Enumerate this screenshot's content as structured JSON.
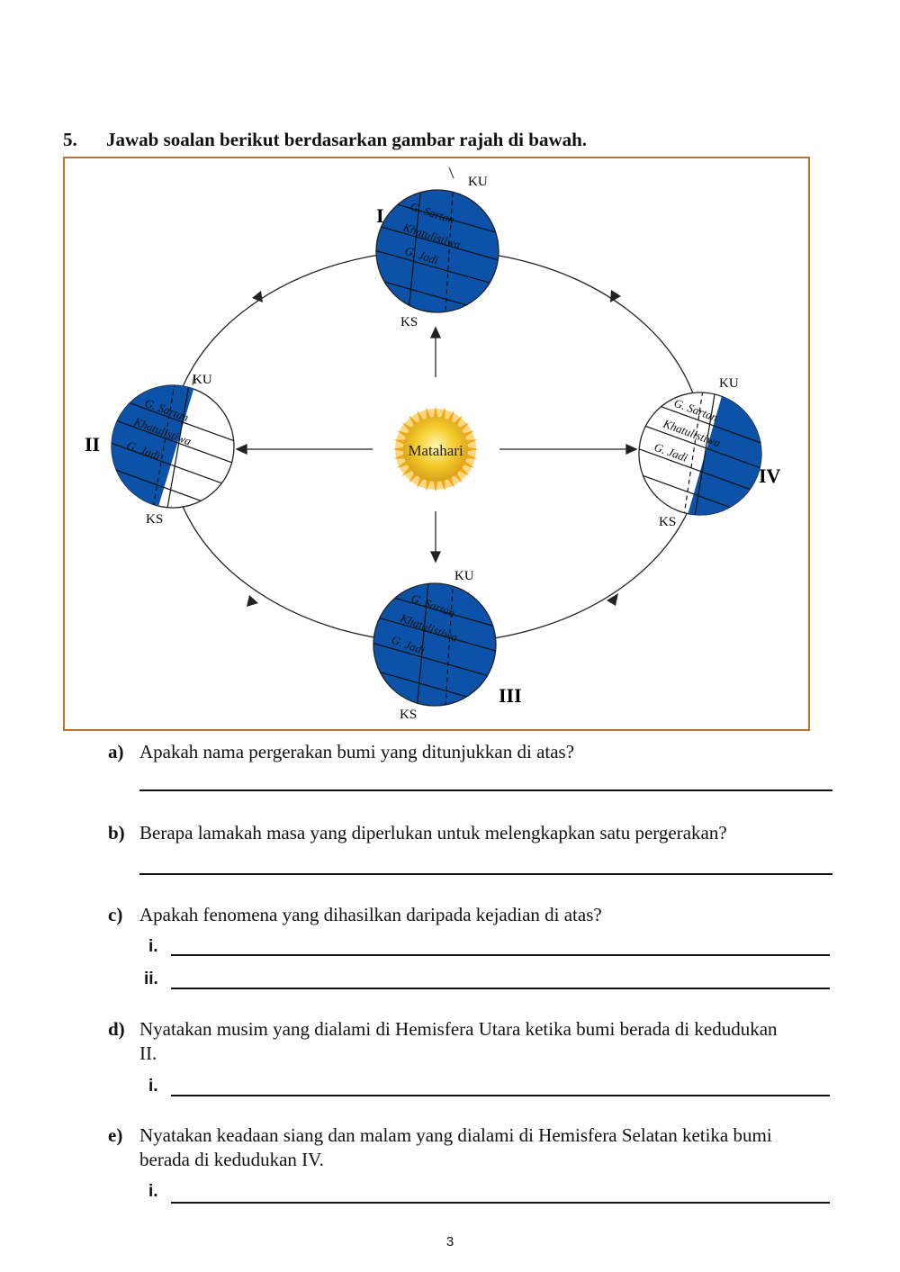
{
  "question": {
    "number": "5.",
    "instruction": "Jawab soalan berikut berdasarkan gambar rajah di bawah."
  },
  "diagram": {
    "sun_label": "Matahari",
    "positions": {
      "p1": "I",
      "p2": "II",
      "p3": "III",
      "p4": "IV"
    },
    "pole_north": "KU",
    "pole_south": "KS",
    "line_cancer": "G. Sartan",
    "line_equator": "Khatulistiwa",
    "line_capricorn": "G. Jadi",
    "colors": {
      "earth_lit": "#0b52a8",
      "frame": "#c0712b",
      "sun": "#f2c21a"
    }
  },
  "parts": {
    "a": {
      "letter": "a)",
      "text": "Apakah nama pergerakan bumi yang ditunjukkan di atas?"
    },
    "b": {
      "letter": "b)",
      "text": "Berapa lamakah masa yang diperlukan untuk melengkapkan satu pergerakan?"
    },
    "c": {
      "letter": "c)",
      "text": "Apakah fenomena yang dihasilkan daripada kejadian di atas?",
      "sub1": "i.",
      "sub2": "ii."
    },
    "d": {
      "letter": "d)",
      "text": "Nyatakan musim yang dialami di Hemisfera Utara ketika bumi berada di kedudukan II.",
      "sub1": "i."
    },
    "e": {
      "letter": "e)",
      "text": "Nyatakan keadaan siang dan malam yang dialami di Hemisfera Selatan ketika bumi berada di kedudukan IV.",
      "sub1": "i."
    }
  },
  "page_number": "3"
}
